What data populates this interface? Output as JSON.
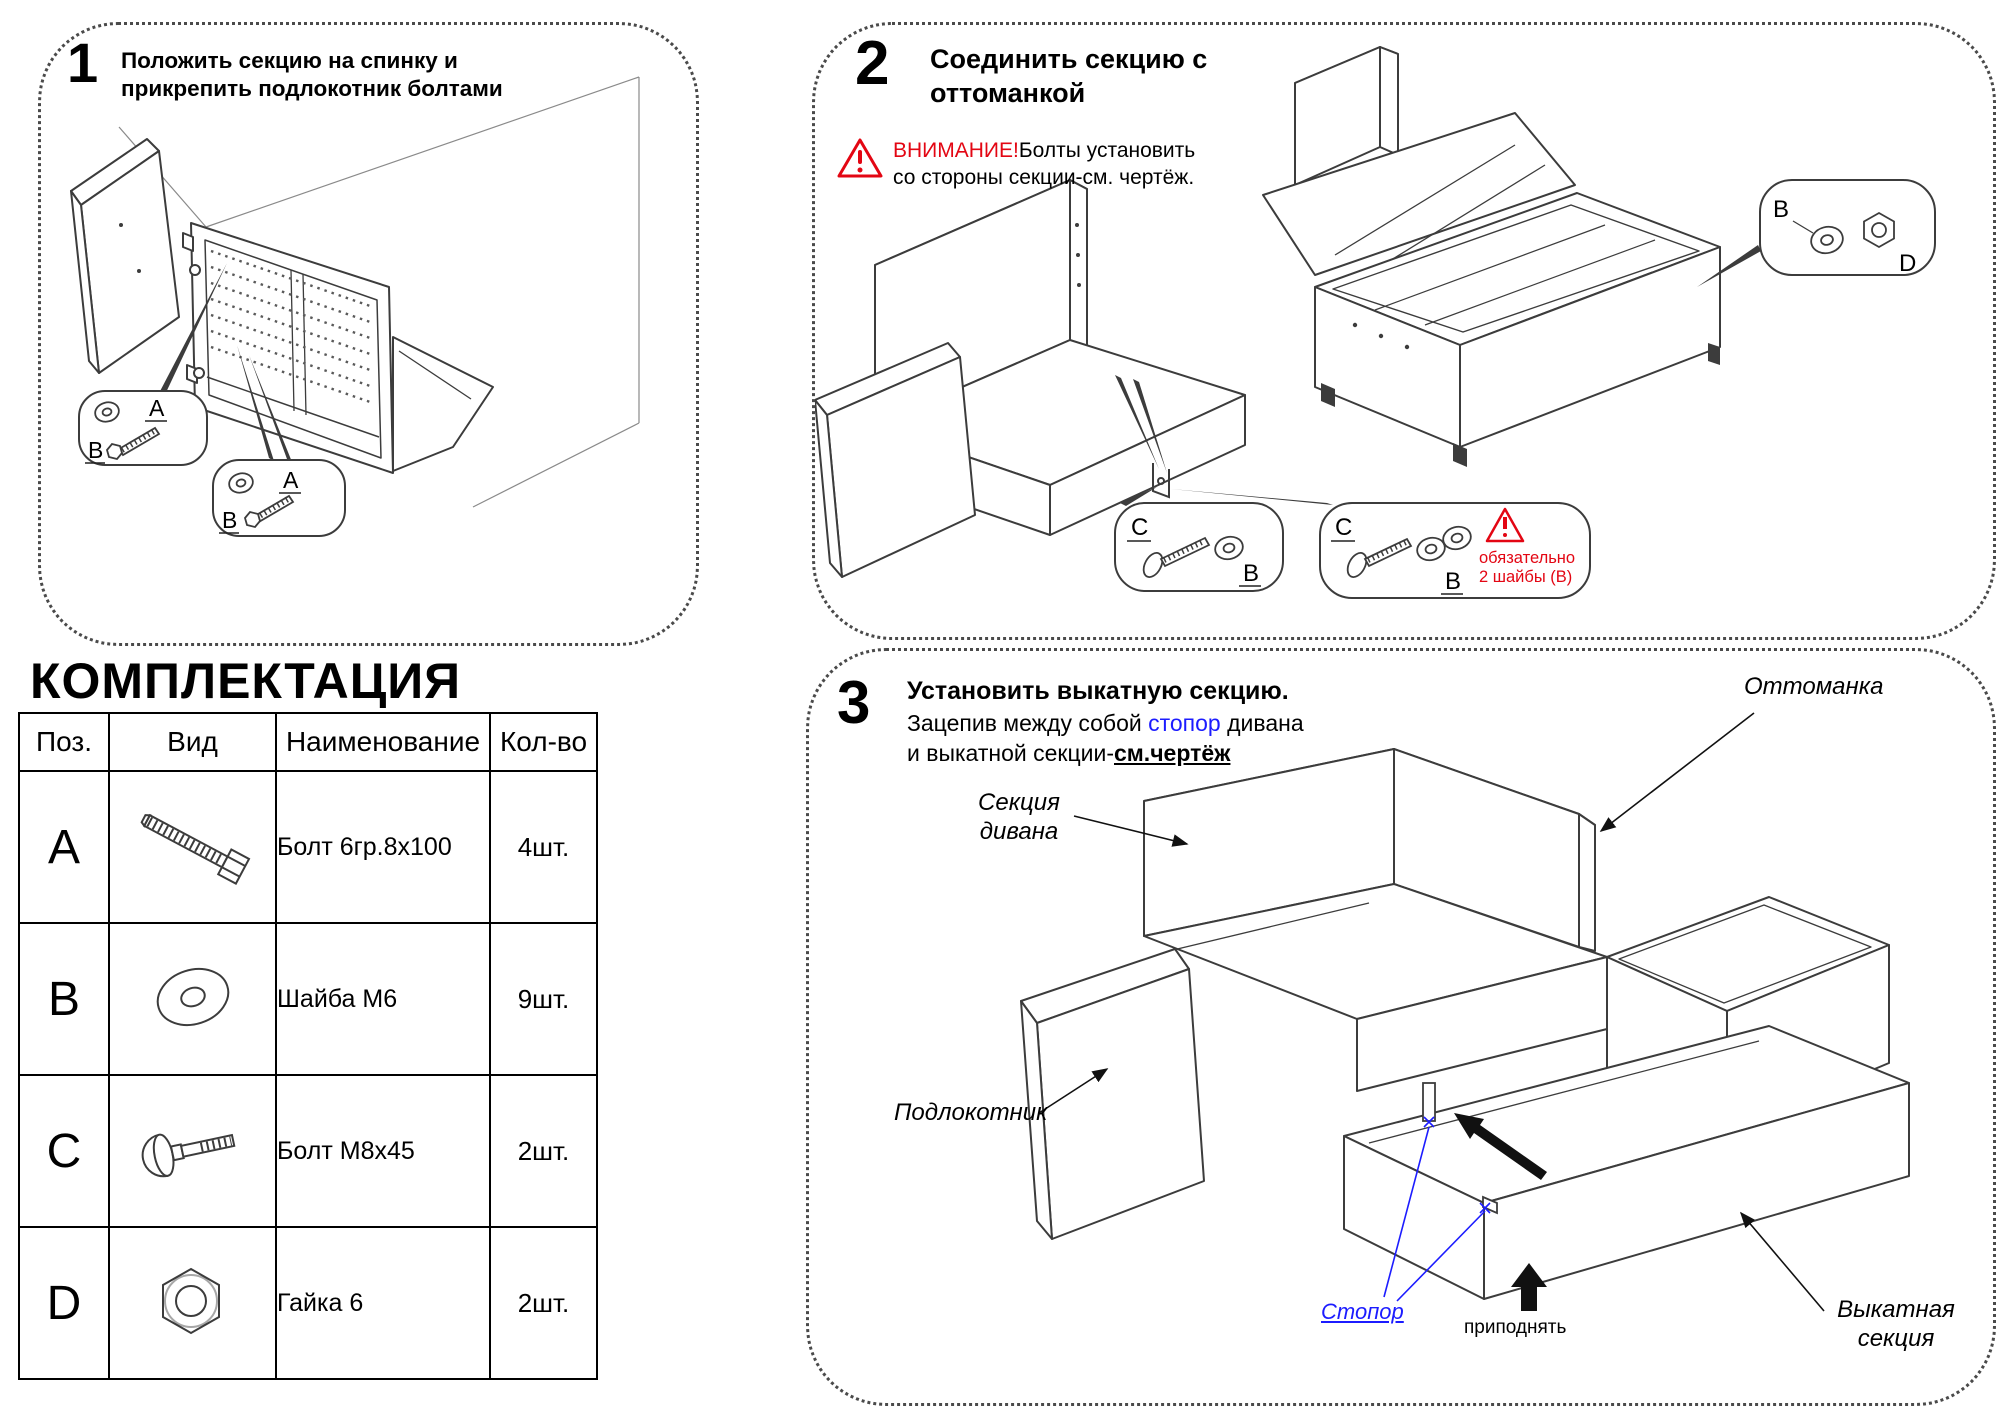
{
  "step1": {
    "number": "1",
    "title": "Положить секцию на спинку и прикрепить подлокотник болтами",
    "callout_top": {
      "bolt": "A",
      "washer": "B"
    },
    "callout_bottom": {
      "bolt": "A",
      "washer": "B"
    }
  },
  "step2": {
    "number": "2",
    "title_line1": "Соединить секцию с",
    "title_line2": "оттоманкой",
    "warning": {
      "word": "ВНИМАНИЕ!",
      "rest": "Болты установить",
      "line2": "со стороны секции-см. чертёж."
    },
    "callout_bd": {
      "washer": "B",
      "nut": "D"
    },
    "callout_c1": {
      "bolt": "C",
      "washer": "B"
    },
    "callout_c2": {
      "bolt": "C",
      "washer": "B",
      "note1": "обязательно",
      "note2": "2 шайбы (B)"
    }
  },
  "step3": {
    "number": "3",
    "title": "Установить выкатную секцию.",
    "body_pre": "Зацепив между собой ",
    "body_blue": "стопор",
    "body_mid": " дивана",
    "body_line2_pre": "и выкатной секции-",
    "body_line2_bold": "см.чертёж",
    "labels": {
      "ottoman": "Оттоманка",
      "section_l1": "Секция",
      "section_l2": "дивана",
      "armrest": "Подлокотник",
      "stopper": "Стопор",
      "lift": "приподнять",
      "rollout_l1": "Выкатная",
      "rollout_l2": "секция"
    }
  },
  "parts": {
    "title": "КОМПЛЕКТАЦИЯ",
    "headers": {
      "pos": "Поз.",
      "view": "Вид",
      "name": "Наименование",
      "qty": "Кол-во"
    },
    "rows": [
      {
        "pos": "A",
        "icon": "hex-bolt-long-icon",
        "name": "Болт 6гр.8х100",
        "qty": "4шт."
      },
      {
        "pos": "B",
        "icon": "washer-icon",
        "name": "Шайба М6",
        "qty": "9шт."
      },
      {
        "pos": "C",
        "icon": "carriage-bolt-icon",
        "name": "Болт М8х45",
        "qty": "2шт."
      },
      {
        "pos": "D",
        "icon": "hex-nut-icon",
        "name": "Гайка 6",
        "qty": "2шт."
      }
    ]
  },
  "colors": {
    "red": "#e30613",
    "blue": "#1c1cff",
    "line": "#3c3c3c"
  }
}
